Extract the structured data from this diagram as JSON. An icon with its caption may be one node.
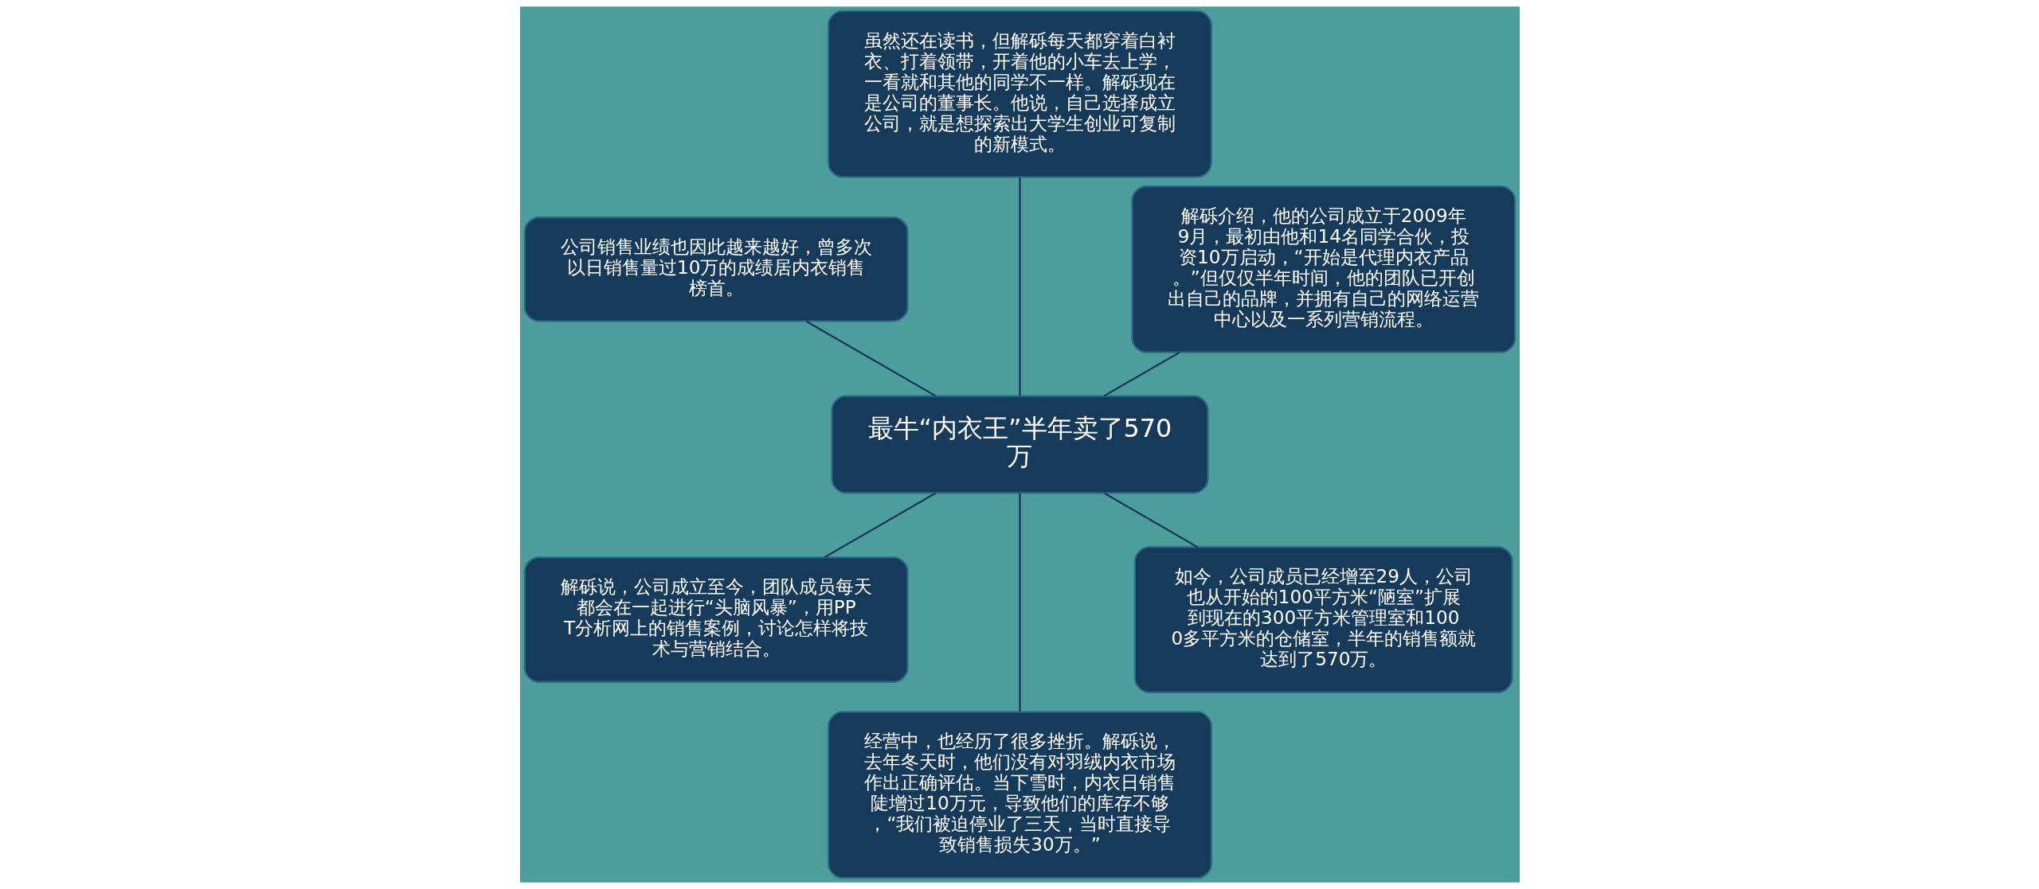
{
  "diagram": {
    "nodes": [
      {
        "text": [
          "最牛“内衣王”半年卖了570万"
        ]
      },
      {
        "text": [
          "解砾介绍，他的公司成立于2009年9月，最初由他和14名同学合伙，投资10万启动，“开始是代理内衣产品。”但仅仅半年时间，他的团队已开创出自己的品牌，并拥有自己的网络运营中心以及一系列营销流程。"
        ]
      },
      {
        "text": [
          "虽然还在读书，但解砾每天都穿着白衬衣、打着领带，开着他的小车去上学，一看就和其他的同学不一样。解砾现在是公司的董事长。他说，自己选择成立公司，就是想探索出大学生创业可复制的新模式。"
        ]
      },
      {
        "text": [
          "公司销售业绩也因此越来越好，曾多次以日销售量过10万的成绩居内衣销售榜首。"
        ]
      },
      {
        "text": [
          "解砾说，公司成立至今，团队成员每天都会在一起进行“头脑风暴”，用PPT分析网上的销售案例，讨论怎样将技术与营销结合。"
        ]
      },
      {
        "text": [
          "经营中，也经历了很多挫折。解砾说，去年冬天时，他们没有对羽绒内衣市场作出正确评估。当下雪时，内衣日销售陡增过10万元，导致他们的库存不够，“我们被迫停业了三天，当时直接导致销售损失30万。”"
        ]
      },
      {
        "text": [
          "如今，公司成员已经增至29人，公司也从开始的100平方米“陋室”扩展到现在的300平方米管理室和1000多平方米的仓储室，半年的销售额就达到了570万。"
        ]
      }
    ],
    "edges": [
      {
        "from": 0,
        "to": 1,
        "arrow": "none"
      },
      {
        "from": 0,
        "to": 2,
        "arrow": "none"
      },
      {
        "from": 0,
        "to": 3,
        "arrow": "none"
      },
      {
        "from": 0,
        "to": 4,
        "arrow": "none"
      },
      {
        "from": 0,
        "to": 5,
        "arrow": "none"
      },
      {
        "from": 0,
        "to": 6,
        "arrow": "none"
      }
    ]
  }
}
